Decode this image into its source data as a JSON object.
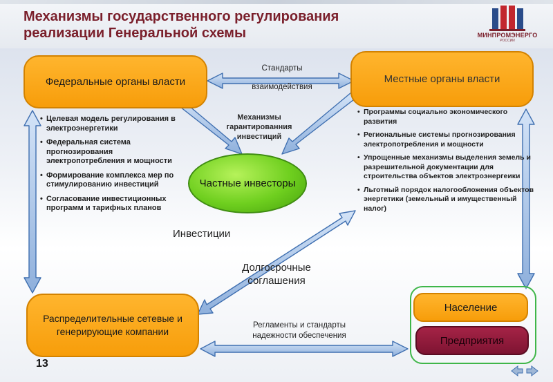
{
  "slide": {
    "title_line1": "Механизмы государственного регулирования",
    "title_line2": "реализации Генеральной схемы",
    "page_number": "13"
  },
  "logo": {
    "name": "МИНПРОМЭНЕРГО",
    "subtitle": "РОССИИ",
    "icon": "ministry-emblem-icon",
    "color": "#7a1f2b"
  },
  "nodes": {
    "federal": "Федеральные органы власти",
    "local": "Местные органы власти",
    "investors": "Частные инвесторы",
    "companies": "Распределительные сетевые и генерирующие компании",
    "population": "Население",
    "enterprises": "Предприятия"
  },
  "labels": {
    "standards_top": "Стандарты",
    "standards_bottom": "взаимодействия",
    "mechanisms": "Механизмы гарантированния инвестиций",
    "investments": "Инвестиции",
    "long_term": "Долгосрочные соглашения",
    "regulations": "Регламенты и стандарты надежности обеспечения"
  },
  "federal_measures": [
    "Целевая модель регулирования в электроэнергетики",
    "Федеральная система прогнозирования электропотребления и мощности",
    "Формирование комплекса мер по стимулированию инвестиций",
    "Согласование инвестиционных программ и тарифных планов"
  ],
  "local_measures": [
    "Программы социально экономического развития",
    "Региональные системы прогнозирования электропотребления и мощности",
    "Упрощенные механизмы выделения земель и разрешительной документации для строительства объектов электроэнергеики",
    "Льготный порядок налогообложения объектов энергетики (земельный и имущественный налог)"
  ],
  "colors": {
    "title": "#7a1f2b",
    "orange_node": "#f7a51c",
    "green_node": "#6fcf1f",
    "group_border": "#3fb649",
    "enterprise_node": "#8f1a3b",
    "arrow_fill": "#a9c4e8",
    "arrow_stroke": "#3f6fb0"
  },
  "nav": {
    "prev_icon": "back-arrow-icon",
    "next_icon": "forward-arrow-icon"
  }
}
